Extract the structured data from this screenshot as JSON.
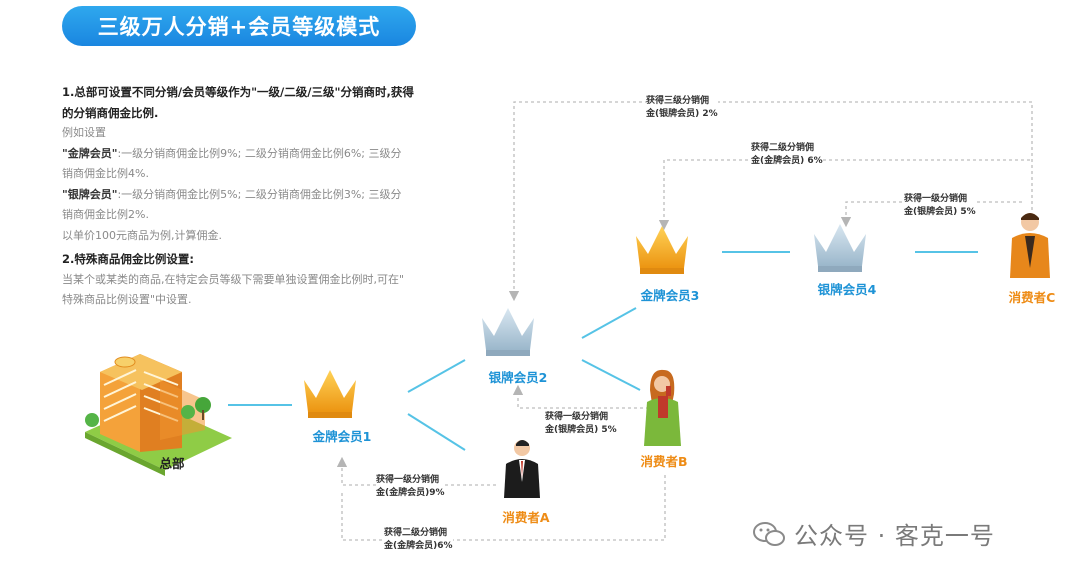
{
  "title": "三级万人分销+会员等级模式",
  "rules": {
    "h1a": "1.总部可设置不同分销/会员等级作为\"一级/二级/三级\"分销商时,获得",
    "h1b": "的分销商佣金比例.",
    "ex": "例如设置",
    "gold_q": "\"金牌会员\"",
    "gold_a": ":一级分销商佣金比例9%;  二级分销商佣金比例6%;  三级分",
    "gold_b": "销商佣金比例4%.",
    "silver_q": "\"银牌会员\"",
    "silver_a": ":一级分销商佣金比例5%;  二级分销商佣金比例3%;  三级分",
    "silver_b": "销商佣金比例2%.",
    "basis": "以单价100元商品为例,计算佣金.",
    "h2": "2.特殊商品佣金比例设置:",
    "d2a": "当某个或某类的商品,在特定会员等级下需要单独设置佣金比例时,可在\"",
    "d2b": "特殊商品比例设置\"中设置."
  },
  "nodes": {
    "hq": "总部",
    "gold1": "金牌会员1",
    "silver2": "银牌会员2",
    "gold3": "金牌会员3",
    "silver4": "银牌会员4",
    "consA": "消费者A",
    "consB": "消费者B",
    "consC": "消费者C"
  },
  "annotations": {
    "a1_l1": "获得一级分销佣",
    "a1_l2": "金(金牌会员)9%",
    "a2_l1": "获得二级分销佣",
    "a2_l2": "金(金牌会员)6%",
    "a3_l1": "获得一级分销佣",
    "a3_l2": "金(银牌会员) 5%",
    "a4_l1": "获得三级分销佣",
    "a4_l2": "金(银牌会员) 2%",
    "a5_l1": "获得二级分销佣",
    "a5_l2": "金(金牌会员) 6%",
    "a6_l1": "获得一级分销佣",
    "a6_l2": "金(银牌会员) 5%"
  },
  "watermark": {
    "text": "公众号 · 客克一号",
    "icon": "wechat-icon"
  },
  "colors": {
    "title_bg": "#1a86e0",
    "gold": "#f0a81c",
    "silver": "#a8c4d8",
    "line": "#56c3e6",
    "blue_label": "#1e93d6",
    "orange_label": "#ee8c16"
  }
}
